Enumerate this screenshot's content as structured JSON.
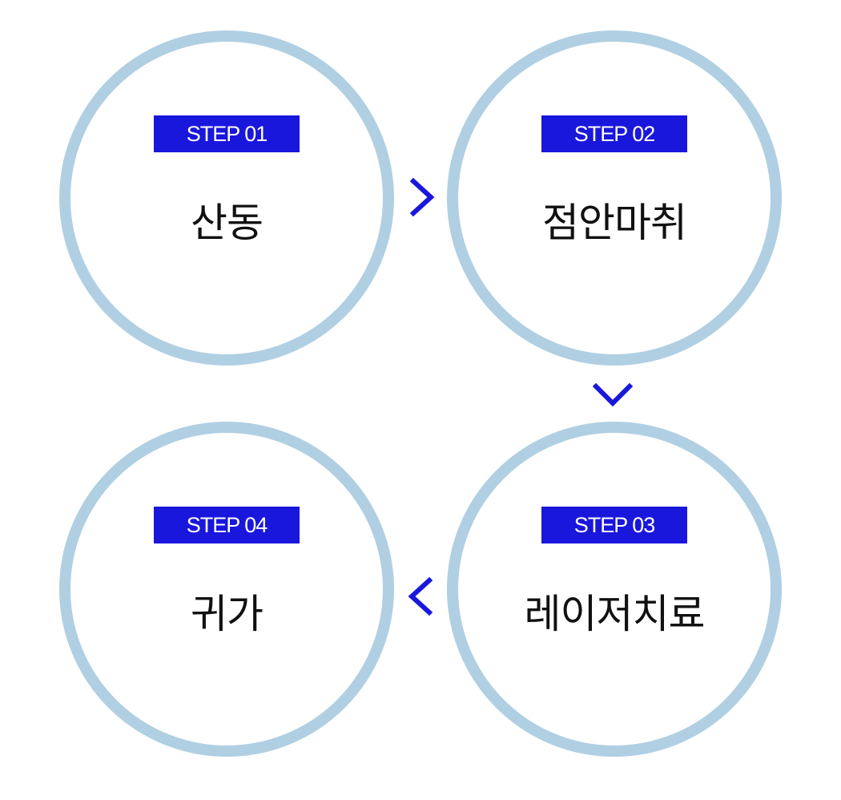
{
  "colors": {
    "ring": "#b0cfe2",
    "badge_bg": "#1a17dc",
    "badge_text": "#ffffff",
    "label_text": "#111111",
    "arrow": "#1a17dc"
  },
  "steps": [
    {
      "badge": "STEP 01",
      "label": "산동"
    },
    {
      "badge": "STEP 02",
      "label": "점안마취"
    },
    {
      "badge": "STEP 03",
      "label": "레이저치료"
    },
    {
      "badge": "STEP 04",
      "label": "귀가"
    }
  ],
  "arrows": [
    {
      "icon": "chevron-right-icon",
      "from": "STEP 01",
      "to": "STEP 02"
    },
    {
      "icon": "chevron-down-icon",
      "from": "STEP 02",
      "to": "STEP 03"
    },
    {
      "icon": "chevron-left-icon",
      "from": "STEP 03",
      "to": "STEP 04"
    }
  ]
}
